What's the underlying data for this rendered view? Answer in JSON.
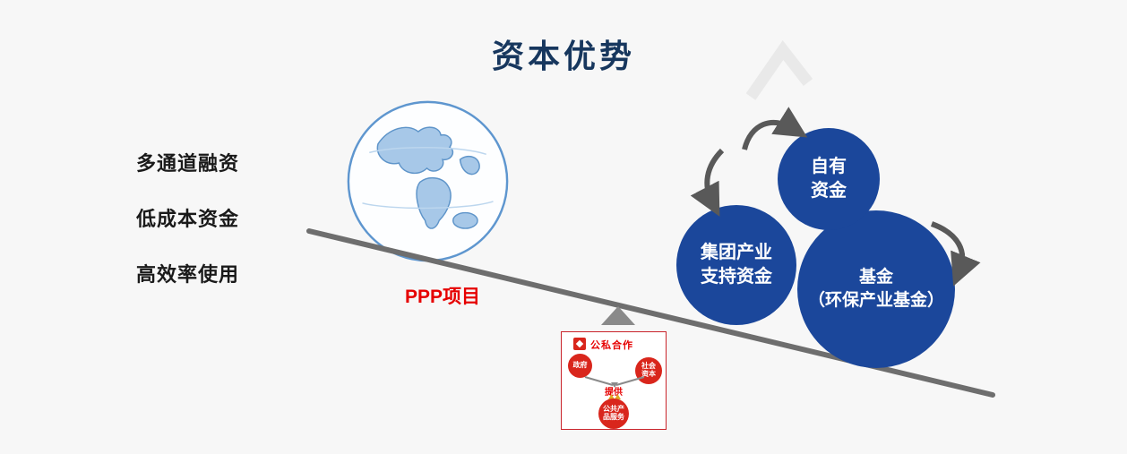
{
  "title": "资本优势",
  "left_points": [
    "多通道融资",
    "低成本资金",
    "高效率使用"
  ],
  "lever": {
    "label": "PPP项目"
  },
  "bubbles": {
    "own": "自有\n资金",
    "group": "集团产业\n支持资金",
    "fund": "基金\n（环保产业基金）"
  },
  "ppp_box": {
    "header": "公私合作",
    "gov": "政府",
    "social": "社会\n资本",
    "provide": "提供",
    "public": "公共产\n品服务"
  },
  "colors": {
    "background": "#f7f7f7",
    "title_navy": "#17375e",
    "bubble_blue": "#1b479b",
    "accent_red": "#e60000",
    "mini_circle_red": "#d9261c",
    "lever_gray": "#6e6e6e",
    "arrow_gray": "#595959",
    "globe_blue": "#5e96cf",
    "gold": "#e0a722"
  }
}
